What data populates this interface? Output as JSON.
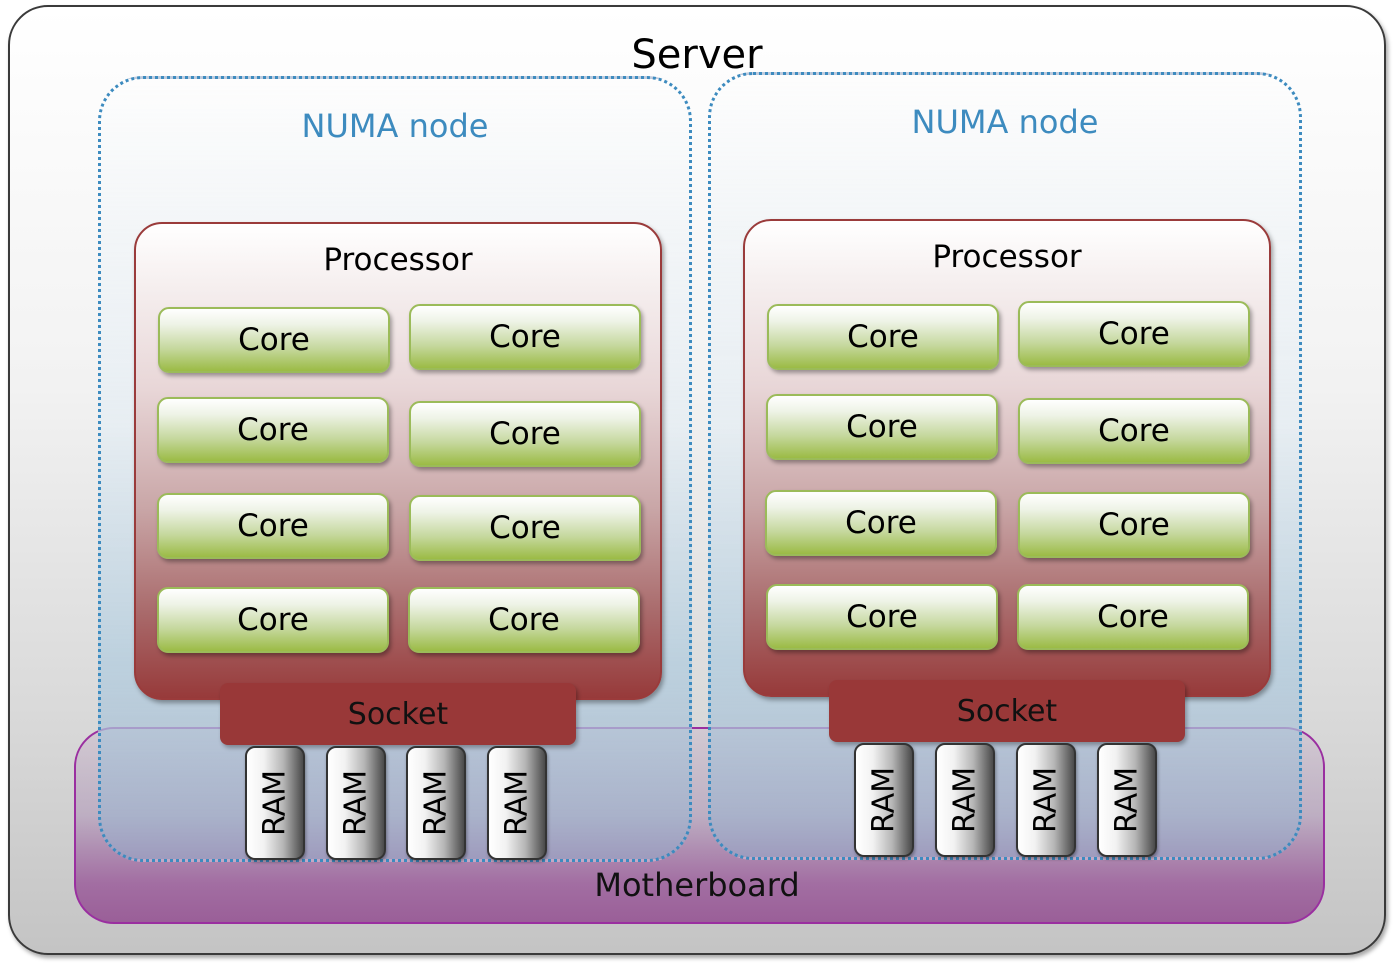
{
  "server": {
    "label": "Server"
  },
  "motherboard": {
    "label": "Motherboard"
  },
  "numa_nodes": [
    {
      "label": "NUMA node",
      "processor": {
        "label": "Processor",
        "cores": [
          "Core",
          "Core",
          "Core",
          "Core",
          "Core",
          "Core",
          "Core",
          "Core"
        ]
      },
      "socket": {
        "label": "Socket"
      },
      "ram": [
        "RAM",
        "RAM",
        "RAM",
        "RAM"
      ]
    },
    {
      "label": "NUMA node",
      "processor": {
        "label": "Processor",
        "cores": [
          "Core",
          "Core",
          "Core",
          "Core",
          "Core",
          "Core",
          "Core",
          "Core"
        ]
      },
      "socket": {
        "label": "Socket"
      },
      "ram": [
        "RAM",
        "RAM",
        "RAM",
        "RAM"
      ]
    }
  ],
  "colors": {
    "numa_border": "#3d8bbf",
    "processor_border": "#9a3b3b",
    "socket_fill": "#993838",
    "core_border": "#9bbb59",
    "motherboard_border": "#9a2fa0"
  }
}
